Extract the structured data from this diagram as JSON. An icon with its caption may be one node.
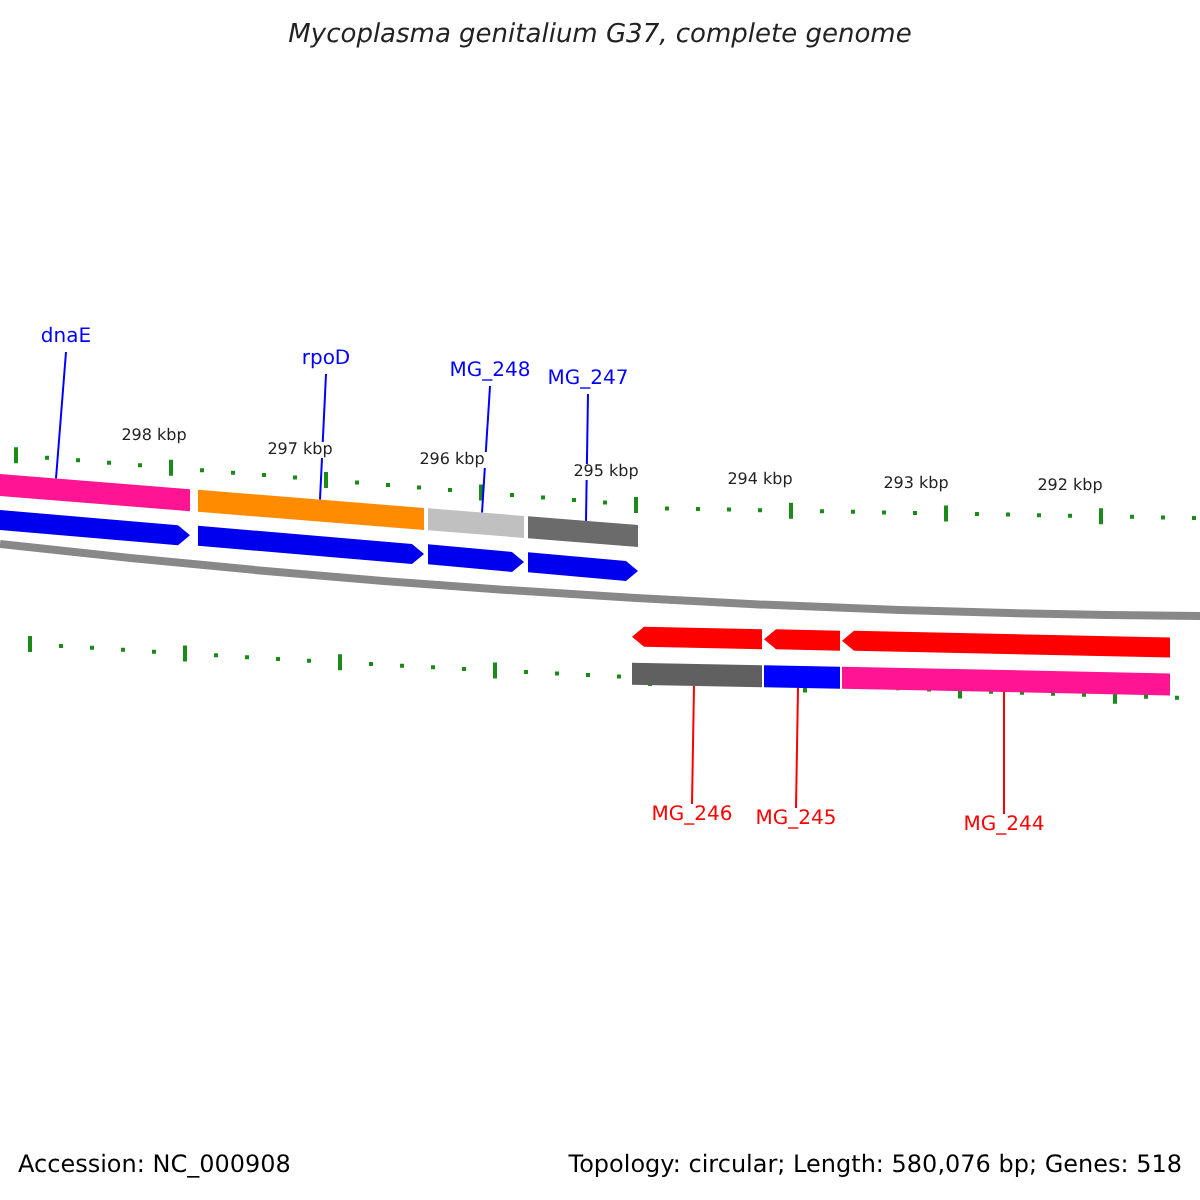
{
  "diagram": {
    "title": "Mycoplasma genitalium G37, complete genome",
    "nodes": [
      {
        "text": [
          "dnaE"
        ]
      },
      {
        "text": [
          "rpoD"
        ]
      },
      {
        "text": [
          "MG_248"
        ]
      },
      {
        "text": [
          "MG_247"
        ]
      },
      {
        "text": [
          "MG_246"
        ]
      },
      {
        "text": [
          "MG_245"
        ]
      },
      {
        "text": [
          "MG_244"
        ]
      },
      {
        "text": [],
        "shape": "arrow"
      },
      {
        "text": [],
        "shape": "arrow"
      },
      {
        "text": [],
        "shape": "arrow"
      },
      {
        "text": [],
        "shape": "arrow"
      },
      {
        "text": [],
        "shape": "arrow"
      },
      {
        "text": [],
        "shape": "arrow"
      },
      {
        "text": [],
        "shape": "arrow"
      }
    ],
    "edges": [
      {
        "from": 0,
        "to": 7,
        "arrow": "none"
      },
      {
        "from": 1,
        "to": 8,
        "arrow": "none"
      },
      {
        "from": 2,
        "to": 9,
        "arrow": "none"
      },
      {
        "from": 3,
        "to": 10,
        "arrow": "none"
      },
      {
        "from": 4,
        "to": 11,
        "arrow": "none",
        "color": "#ff0000"
      },
      {
        "from": 5,
        "to": 12,
        "arrow": "none",
        "color": "#ff0000"
      },
      {
        "from": 6,
        "to": 13,
        "arrow": "none",
        "color": "#ff0000"
      }
    ],
    "labels": [
      "298 kbp",
      "297 kbp",
      "296 kbp",
      "295 kbp",
      "294 kbp",
      "293 kbp",
      "292 kbp",
      "Accession: NC_000908",
      "Topology: circular; Length: 580,076 bp; Genes: 518"
    ]
  }
}
